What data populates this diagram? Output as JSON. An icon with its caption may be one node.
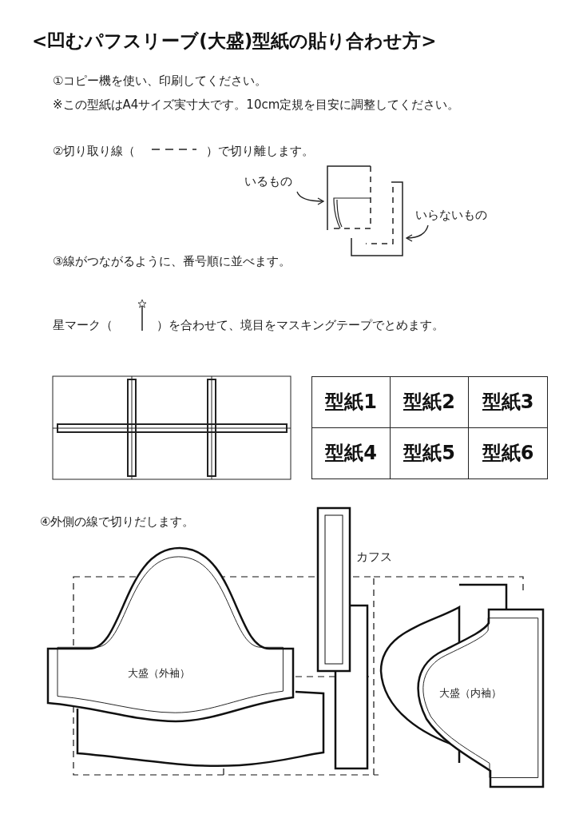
{
  "diagram": {
    "title": "<凹むパフスリーブ(大盛)型紙の貼り合わせ方>",
    "nodes": [
      {
        "text": [
          "いるもの"
        ]
      },
      {
        "text": [],
        "shape": "box"
      },
      {
        "text": [
          "いらないもの"
        ]
      },
      {
        "text": [],
        "shape": "box"
      },
      {
        "text": [
          "大盛（外袖）"
        ]
      },
      {
        "text": [
          "大盛（内袖）"
        ]
      }
    ],
    "edges": [
      {
        "from": 0,
        "to": 1,
        "arrow": "to"
      },
      {
        "from": 2,
        "to": 3,
        "arrow": "to"
      }
    ],
    "labels": [
      "①コピー機を使い、印刷してください。",
      "※この型紙はA4サイズ実寸大です。10cm定規を目安に調整してください。",
      "②切り取り線（",
      "）で切り離します。",
      "③線がつながるように、番号順に並べます。",
      "星マーク（",
      "）を合わせて、境目をマスキングテープでとめます。",
      "型紙1",
      "型紙2",
      "型紙3",
      "型紙4",
      "型紙5",
      "型紙6",
      "④外側の線で切りだします。",
      "カフス"
    ]
  }
}
